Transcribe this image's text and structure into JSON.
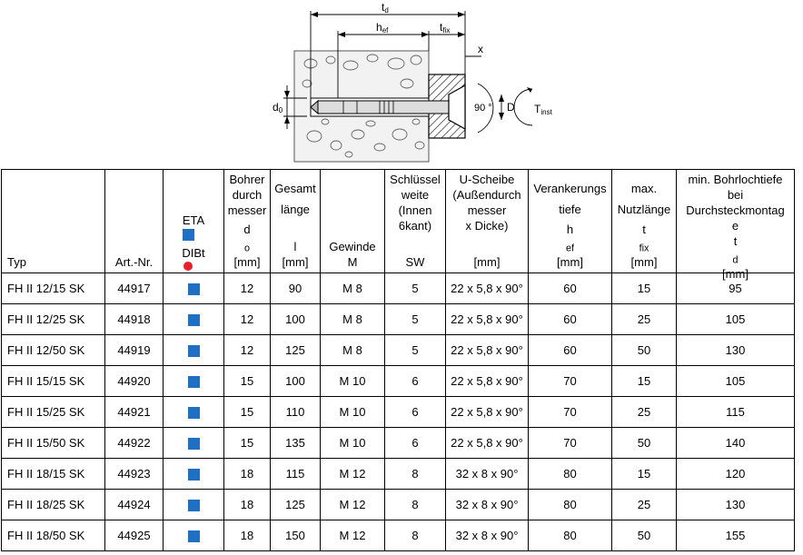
{
  "figure": {
    "labels": {
      "td": "t",
      "td_sub": "d",
      "hef": "h",
      "hef_sub": "ef",
      "tfix": "t",
      "tfix_sub": "fix",
      "x": "x",
      "do": "d",
      "do_sub": "0",
      "angle": "90 °",
      "D": "D",
      "Tinst": "T",
      "Tinst_sub": "inst"
    }
  },
  "headers": {
    "typ": "Typ",
    "art": "Art.-Nr.",
    "eta": "ETA",
    "dibt": "DIBt",
    "bohrer": [
      "Bohrer",
      "durch",
      "messer"
    ],
    "bohrer_sym": "d",
    "bohrer_sym_sub": "o",
    "bohrer_unit": "[mm]",
    "gesamt": [
      "Gesamt",
      "länge"
    ],
    "gesamt_sym": "l",
    "gesamt_unit": "[mm]",
    "gewinde": "Gewinde",
    "gewinde_sym": "M",
    "schluessel": [
      "Schlüssel",
      "weite",
      "(Innen",
      "6kant)"
    ],
    "schluessel_sym": "SW",
    "scheibe": [
      "U-Scheibe",
      "(Außendurch",
      "messer",
      "x Dicke)"
    ],
    "scheibe_unit": "[mm]",
    "verank": [
      "Verankerungs",
      "tiefe"
    ],
    "verank_sym": "h",
    "verank_sym_sub": "ef",
    "verank_unit": "[mm]",
    "nutz": [
      "max.",
      "Nutzlänge"
    ],
    "nutz_sym": "t",
    "nutz_sym_sub": "fix",
    "nutz_unit": "[mm]",
    "bohrloch": [
      "min. Bohrlochtiefe",
      "bei",
      "Durchsteckmontag",
      "e"
    ],
    "bohrloch_sym": "t",
    "bohrloch_sym_sub": "d",
    "bohrloch_unit": "[mm]"
  },
  "rows": [
    {
      "typ": "FH II 12/15 SK",
      "art": "44917",
      "d": "12",
      "l": "90",
      "m": "M 8",
      "sw": "5",
      "scheibe": "22 x 5,8 x 90°",
      "hef": "60",
      "tfix": "15",
      "td": "95"
    },
    {
      "typ": "FH II 12/25 SK",
      "art": "44918",
      "d": "12",
      "l": "100",
      "m": "M 8",
      "sw": "5",
      "scheibe": "22 x 5,8 x 90°",
      "hef": "60",
      "tfix": "25",
      "td": "105"
    },
    {
      "typ": "FH II 12/50 SK",
      "art": "44919",
      "d": "12",
      "l": "125",
      "m": "M 8",
      "sw": "5",
      "scheibe": "22 x 5,8 x 90°",
      "hef": "60",
      "tfix": "50",
      "td": "130"
    },
    {
      "typ": "FH II 15/15 SK",
      "art": "44920",
      "d": "15",
      "l": "100",
      "m": "M 10",
      "sw": "6",
      "scheibe": "22 x 5,8 x 90°",
      "hef": "70",
      "tfix": "15",
      "td": "105"
    },
    {
      "typ": "FH II 15/25 SK",
      "art": "44921",
      "d": "15",
      "l": "110",
      "m": "M 10",
      "sw": "6",
      "scheibe": "22 x 5,8 x 90°",
      "hef": "70",
      "tfix": "25",
      "td": "115"
    },
    {
      "typ": "FH II 15/50 SK",
      "art": "44922",
      "d": "15",
      "l": "135",
      "m": "M 10",
      "sw": "6",
      "scheibe": "22 x 5,8 x 90°",
      "hef": "70",
      "tfix": "50",
      "td": "140"
    },
    {
      "typ": "FH II 18/15 SK",
      "art": "44923",
      "d": "18",
      "l": "115",
      "m": "M 12",
      "sw": "8",
      "scheibe": "32 x 8 x 90°",
      "hef": "80",
      "tfix": "15",
      "td": "120"
    },
    {
      "typ": "FH II 18/25 SK",
      "art": "44924",
      "d": "18",
      "l": "125",
      "m": "M 12",
      "sw": "8",
      "scheibe": "32 x 8 x 90°",
      "hef": "80",
      "tfix": "25",
      "td": "130"
    },
    {
      "typ": "FH II 18/50 SK",
      "art": "44925",
      "d": "18",
      "l": "150",
      "m": "M 12",
      "sw": "8",
      "scheibe": "32 x 8 x 90°",
      "hef": "80",
      "tfix": "50",
      "td": "155"
    }
  ],
  "colors": {
    "eta_blue": "#1f6fc3",
    "dibt_red": "#e8202a"
  }
}
